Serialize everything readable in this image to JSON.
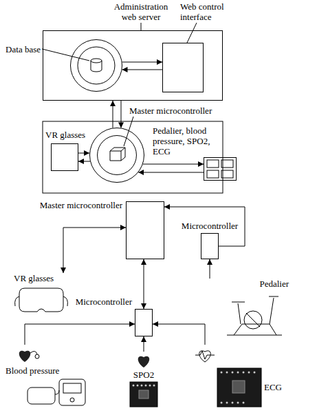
{
  "diagram": {
    "nodes": [
      {
        "text": [
          "Administration web server"
        ]
      },
      {
        "text": [
          "Data base"
        ],
        "in": 0
      },
      {
        "text": [
          "Web control interface"
        ],
        "in": 0
      },
      {
        "text": [
          "VR glasses"
        ]
      },
      {
        "text": [
          "Master microcontroller"
        ]
      },
      {
        "text": [
          "Pedalier, blood pressure, SPO2, ECG"
        ]
      },
      {
        "text": [
          "Master microcontroller"
        ]
      },
      {
        "text": [
          "Microcontroller"
        ]
      },
      {
        "text": [
          "Microcontroller"
        ]
      },
      {
        "text": [
          "VR glasses"
        ]
      },
      {
        "text": [
          "Pedalier"
        ]
      },
      {
        "text": [
          "Blood pressure"
        ]
      },
      {
        "text": [
          "SPO2"
        ]
      },
      {
        "text": [
          "ECG"
        ]
      }
    ],
    "edges": [
      {
        "from": 1,
        "to": 2,
        "arrow": "to"
      },
      {
        "from": 2,
        "to": 1,
        "arrow": "to"
      },
      {
        "from": 0,
        "to": 4,
        "arrow": "to"
      },
      {
        "from": 4,
        "to": 0,
        "arrow": "to"
      },
      {
        "from": 3,
        "to": 4,
        "arrow": "to"
      },
      {
        "from": 4,
        "to": 3,
        "arrow": "to"
      },
      {
        "from": 4,
        "to": 5,
        "arrow": "to"
      },
      {
        "from": 5,
        "to": 4,
        "arrow": "to"
      },
      {
        "from": 6,
        "to": 9,
        "arrow": "both"
      },
      {
        "from": 7,
        "to": 6,
        "arrow": "to"
      },
      {
        "from": 6,
        "to": 8,
        "arrow": "both"
      },
      {
        "from": 10,
        "to": 7,
        "arrow": "to"
      },
      {
        "from": 11,
        "to": 8,
        "arrow": "to"
      },
      {
        "from": 12,
        "to": 8,
        "arrow": "to"
      },
      {
        "from": 13,
        "to": 8,
        "arrow": "to"
      }
    ]
  }
}
